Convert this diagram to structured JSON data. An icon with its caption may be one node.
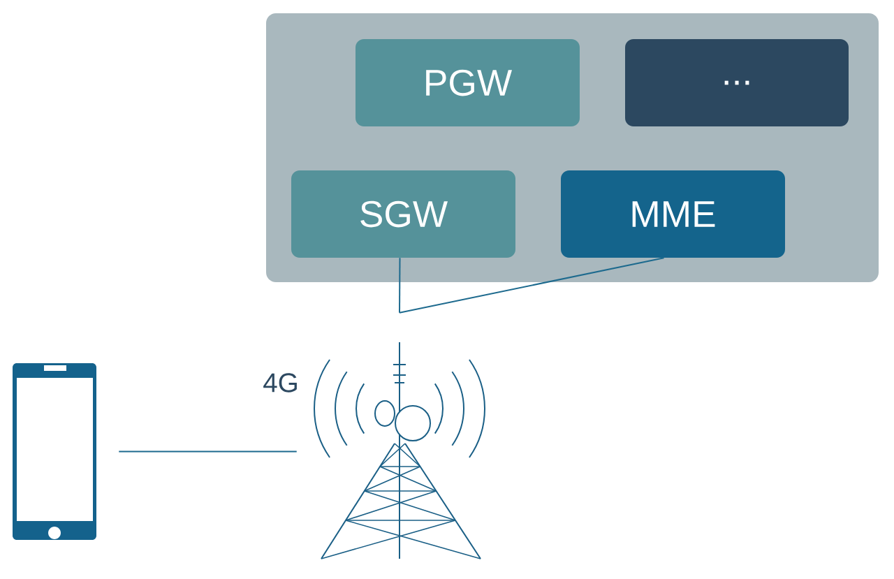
{
  "diagram": {
    "nodes": [
      {
        "text": [],
        "shape": "box"
      },
      {
        "text": [
          "PGW"
        ],
        "in": 0
      },
      {
        "text": [
          "..."
        ],
        "in": 0
      },
      {
        "text": [
          "SGW"
        ],
        "in": 0
      },
      {
        "text": [
          "MME"
        ],
        "in": 0
      },
      {
        "text": [],
        "shape": "phone"
      },
      {
        "text": [],
        "shape": "tower"
      }
    ],
    "edges": [
      {
        "from": 3,
        "to": 6,
        "arrow": "none"
      },
      {
        "from": 4,
        "to": 6,
        "arrow": "none"
      },
      {
        "from": 5,
        "to": 6,
        "arrow": "none"
      }
    ],
    "labels": [
      "4G"
    ]
  }
}
